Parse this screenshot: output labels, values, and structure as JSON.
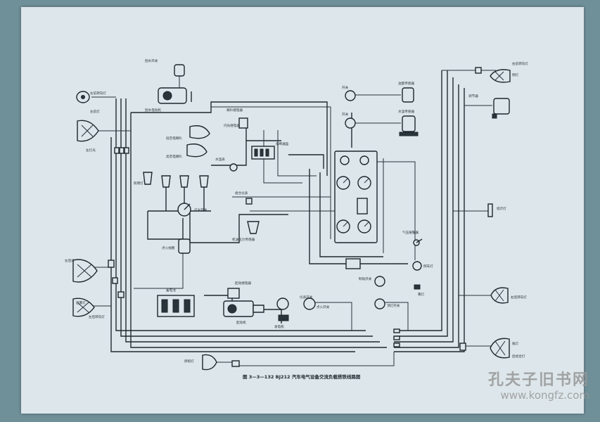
{
  "caption": "图 3—3—132  BJ212 汽车电气设备交流负载搭铁线路图",
  "watermark": {
    "brand": "孔夫子旧书网",
    "url": "www.kongfz.com"
  },
  "labels": {
    "left_front_turn": "左前转向灯",
    "left_headlamp_a": "左前灯",
    "left_headlamp_b": "左灯光",
    "wiper_motor": "刮水电动机",
    "wiper_switch": "刮水开关",
    "horn_relay": "喇叭继电器",
    "horn_a": "低音电喇叭",
    "horn_b": "高音电喇叭",
    "flasher": "闪光继电器",
    "fuse_box": "熔断器盒",
    "lamp_row": "照明灯",
    "light_switch": "灯光开关",
    "ignition": "点火线圈",
    "temp_gauge": "水温表",
    "oil_sensor": "机油压力传感器",
    "top_switch_a": "开关",
    "top_switch_b": "开关",
    "fuel_sensor": "油量传感器",
    "temp_sensor": "水温传感器",
    "right_front_turn": "右前转向灯",
    "right_side_lamp": "侧灯",
    "regulator": "调节器",
    "indicator": "指示灯",
    "brake_switch": "制动开关",
    "battery": "蓄电池",
    "starter": "起动机",
    "starter_relay": "起动继电器",
    "generator": "发电机",
    "dome_switch": "顶灯开关",
    "gauge_cluster": "组合仪表",
    "ignition_switch": "点火开关",
    "left_rear_turn": "左后转向灯",
    "left_rear_lamp": "左后灯",
    "rear_fog_lamp": "后雾灯",
    "license_lamp": "牌照灯",
    "right_rear_turn": "右后转向灯",
    "right_rear_lamp": "尾灯",
    "fog_lamp": "雾灯",
    "reverse_lamp": "倒车灯",
    "right_rear_combo": "后组合灯",
    "dash_switch": "仪表开关",
    "air_pressure": "气压报警器"
  }
}
